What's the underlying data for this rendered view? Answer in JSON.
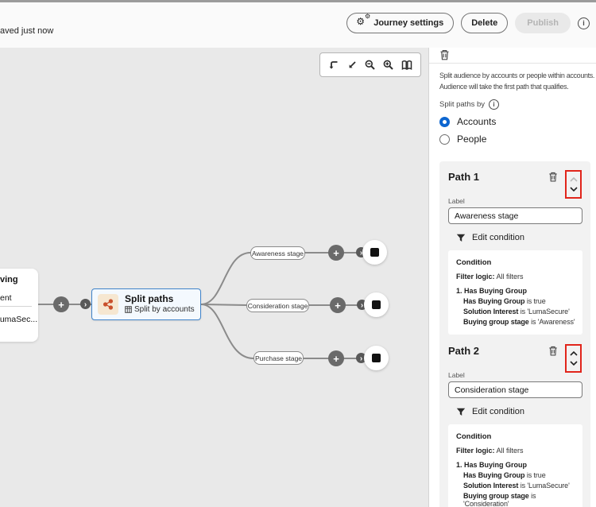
{
  "colors": {
    "accent_blue": "#0d66d0",
    "node_border_blue": "#3f83c9",
    "node_bg": "#f4f9fe",
    "split_icon_orange": "#c9502c",
    "split_icon_bg": "#f6e7d1",
    "annotation_red": "#e1251b",
    "canvas_bg": "#e9e9e9"
  },
  "header": {
    "saved_status": "aved just now",
    "buttons": {
      "journey_settings": "Journey settings",
      "delete": "Delete",
      "publish": "Publish"
    }
  },
  "canvas": {
    "toolbar_icons": [
      "reroute-arrow",
      "collapse-view",
      "zoom-out",
      "zoom-in",
      "minimap"
    ],
    "partial_node": {
      "line1": "ving",
      "line2": "ent",
      "line3": "LumaSec..."
    },
    "split_node": {
      "title": "Split paths",
      "subtitle": "Split by accounts"
    },
    "branch_labels": [
      "Awareness stage",
      "Consideration stage",
      "Purchase stage"
    ]
  },
  "panel": {
    "description_line1": "Split audience by accounts or people within accounts.",
    "description_line2": "Audience will take the first path that qualifies.",
    "split_paths_by": "Split paths by",
    "options": [
      {
        "label": "Accounts",
        "selected": true
      },
      {
        "label": "People",
        "selected": false
      }
    ],
    "paths": [
      {
        "title": "Path 1",
        "label_caption": "Label",
        "label_value": "Awareness stage",
        "edit_condition": "Edit condition",
        "condition": {
          "heading": "Condition",
          "filter_logic_label": "Filter logic:",
          "filter_logic_value": "All filters",
          "group": "1. Has Buying Group",
          "rules": [
            {
              "field": "Has Buying Group",
              "rest": "is true"
            },
            {
              "field": "Solution Interest",
              "rest": "is 'LumaSecure'"
            },
            {
              "field": "Buying group stage",
              "rest": "is 'Awareness'"
            }
          ]
        }
      },
      {
        "title": "Path 2",
        "label_caption": "Label",
        "label_value": "Consideration stage",
        "edit_condition": "Edit condition",
        "condition": {
          "heading": "Condition",
          "filter_logic_label": "Filter logic:",
          "filter_logic_value": "All filters",
          "group": "1. Has Buying Group",
          "rules": [
            {
              "field": "Has Buying Group",
              "rest": "is true"
            },
            {
              "field": "Solution Interest",
              "rest": "is 'LumaSecure'"
            },
            {
              "field": "Buying group stage",
              "rest": "is 'Consideration'"
            }
          ]
        }
      }
    ]
  }
}
